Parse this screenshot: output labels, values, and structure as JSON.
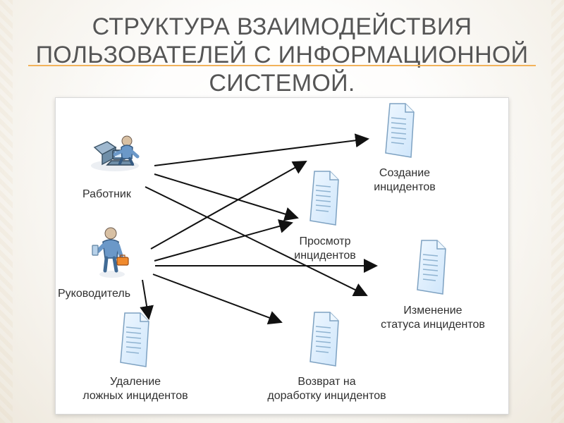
{
  "title": {
    "line1": "СТРУКТУРА ВЗАИМОДЕЙСТВИЯ",
    "line2": "ПОЛЬЗОВАТЕЛЕЙ С ИНФОРМАЦИОННОЙ",
    "line3": "СИСТЕМОЙ."
  },
  "actors": {
    "worker": "Работник",
    "manager": "Руководитель"
  },
  "documents": {
    "create": {
      "line1": "Создание",
      "line2": "инцидентов"
    },
    "view": {
      "line1": "Просмотр",
      "line2": "инцидентов"
    },
    "status": {
      "line1": "Изменение",
      "line2": "статуса инцидентов"
    },
    "delete": {
      "line1": "Удаление",
      "line2": "ложных инцидентов"
    },
    "return": {
      "line1": "Возврат на",
      "line2": "доработку инцидентов"
    }
  },
  "colors": {
    "title_text": "#555555",
    "title_rule": "#f2b25a",
    "arrow": "#111111",
    "document_fill": "#d9ecfb",
    "document_stroke": "#7ea2c2",
    "person_fill": "#d8c0a3",
    "person_suit": "#6b98c8",
    "laptop": "#9fb8cf"
  },
  "icons": {
    "worker": "worker-at-laptop-icon",
    "manager": "manager-with-briefcase-icon",
    "document": "document-icon"
  }
}
